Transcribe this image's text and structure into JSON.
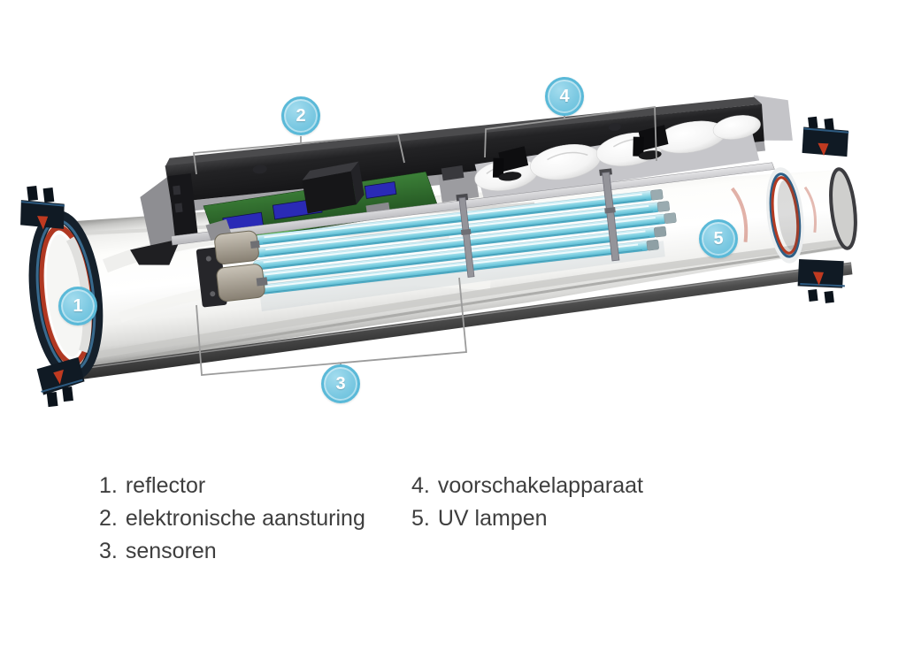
{
  "callouts": [
    {
      "num": "1",
      "label": "reflector"
    },
    {
      "num": "2",
      "label": "elektronische aansturing"
    },
    {
      "num": "3",
      "label": "sensoren"
    },
    {
      "num": "4",
      "label": "voorschakelapparaat"
    },
    {
      "num": "5",
      "label": "UV lampen"
    }
  ],
  "legend": {
    "col1": [
      {
        "num": "1.",
        "label": "reflector"
      },
      {
        "num": "2.",
        "label": "elektronische aansturing"
      },
      {
        "num": "3.",
        "label": "sensoren"
      }
    ],
    "col2": [
      {
        "num": "4.",
        "label": "voorschakelapparaat"
      },
      {
        "num": "5.",
        "label": "UV lampen"
      }
    ]
  },
  "colors": {
    "callout_fill": "#7cc9e2",
    "callout_border": "#5ab9d8",
    "callout_text": "#ffffff",
    "leader_line": "#9b9b9b",
    "uv_lamp_cyan": "#7bcfe1",
    "pcb_green": "#2e6b2e",
    "connector_blue": "#2a2ab6",
    "gasket_red": "#b23a22",
    "clamp_dark": "#101a24",
    "legend_text": "#3e3e3e",
    "background": "#ffffff"
  }
}
